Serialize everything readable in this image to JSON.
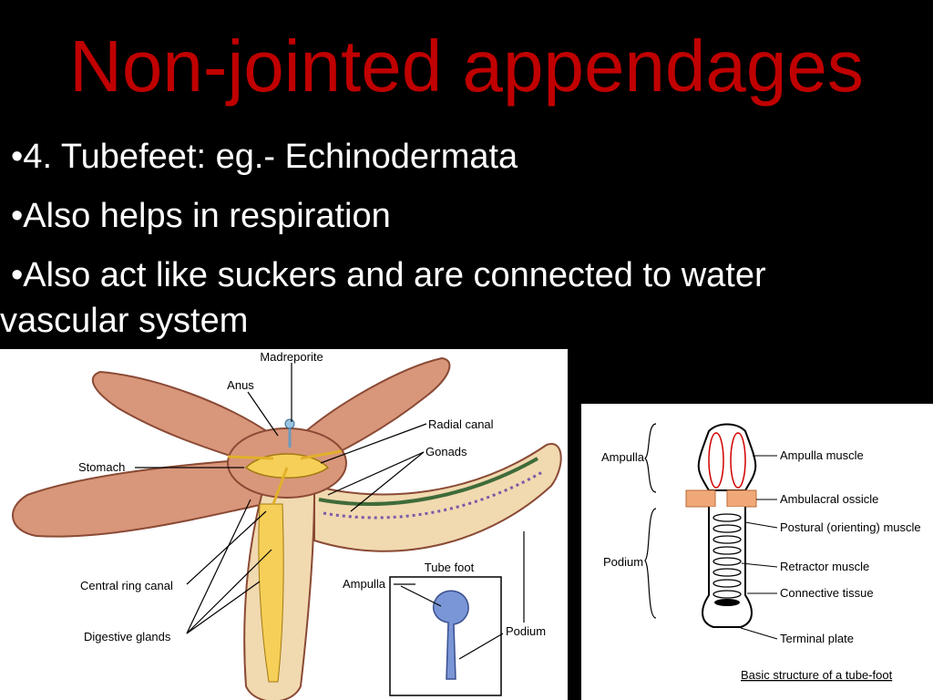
{
  "slide": {
    "title": "Non-jointed appendages",
    "bullets": [
      "•4. Tubefeet: eg.- Echinodermata",
      "•Also helps in respiration",
      "•Also act like suckers and are connected to water",
      "vascular system"
    ]
  },
  "starfish_diagram": {
    "labels": {
      "madreporite": "Madreporite",
      "anus": "Anus",
      "radial_canal": "Radial canal",
      "gonads": "Gonads",
      "stomach": "Stomach",
      "central_ring_canal": "Central ring canal",
      "ampulla": "Ampulla",
      "tube_foot": "Tube foot",
      "podium": "Podium",
      "digestive_glands": "Digestive glands"
    }
  },
  "tubefoot_diagram": {
    "labels": {
      "ampulla": "Ampulla",
      "podium": "Podium",
      "ampulla_muscle": "Ampulla muscle",
      "ambulacral_ossicle": "Ambulacral ossicle",
      "postural_muscle": "Postural (orienting) muscle",
      "retractor_muscle": "Retractor muscle",
      "connective_tissue": "Connective tissue",
      "terminal_plate": "Terminal plate"
    },
    "caption": "Basic structure of a tube-foot"
  }
}
